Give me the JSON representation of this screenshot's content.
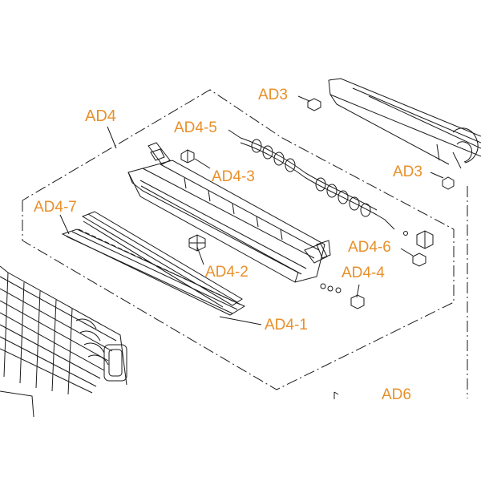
{
  "diagram": {
    "callouts": {
      "ad4": "AD4",
      "ad3_top": "AD3",
      "ad3_right": "AD3",
      "ad4_5": "AD4-5",
      "ad4_3": "AD4-3",
      "ad4_7": "AD4-7",
      "ad4_2": "AD4-2",
      "ad4_6": "AD4-6",
      "ad4_4": "AD4-4",
      "ad4_1": "AD4-1",
      "ad6": "AD6"
    },
    "colors": {
      "callout": "#e8902a",
      "linework": "#1a1a1a",
      "background": "#ffffff"
    }
  }
}
